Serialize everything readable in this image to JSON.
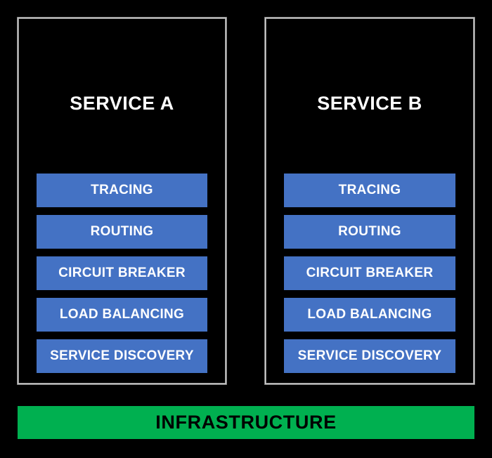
{
  "diagram": {
    "background_color": "#000000",
    "panel_border_color": "#d9d9d9",
    "accent_blue": "#4472C4",
    "accent_green": "#00B050",
    "text_light": "#ffffff",
    "text_dark": "#000000"
  },
  "services": [
    {
      "title": "SERVICE A",
      "features": [
        "TRACING",
        "ROUTING",
        "CIRCUIT BREAKER",
        "LOAD BALANCING",
        "SERVICE DISCOVERY"
      ]
    },
    {
      "title": "SERVICE B",
      "features": [
        "TRACING",
        "ROUTING",
        "CIRCUIT BREAKER",
        "LOAD BALANCING",
        "SERVICE DISCOVERY"
      ]
    }
  ],
  "infrastructure": {
    "label": "INFRASTRUCTURE"
  }
}
